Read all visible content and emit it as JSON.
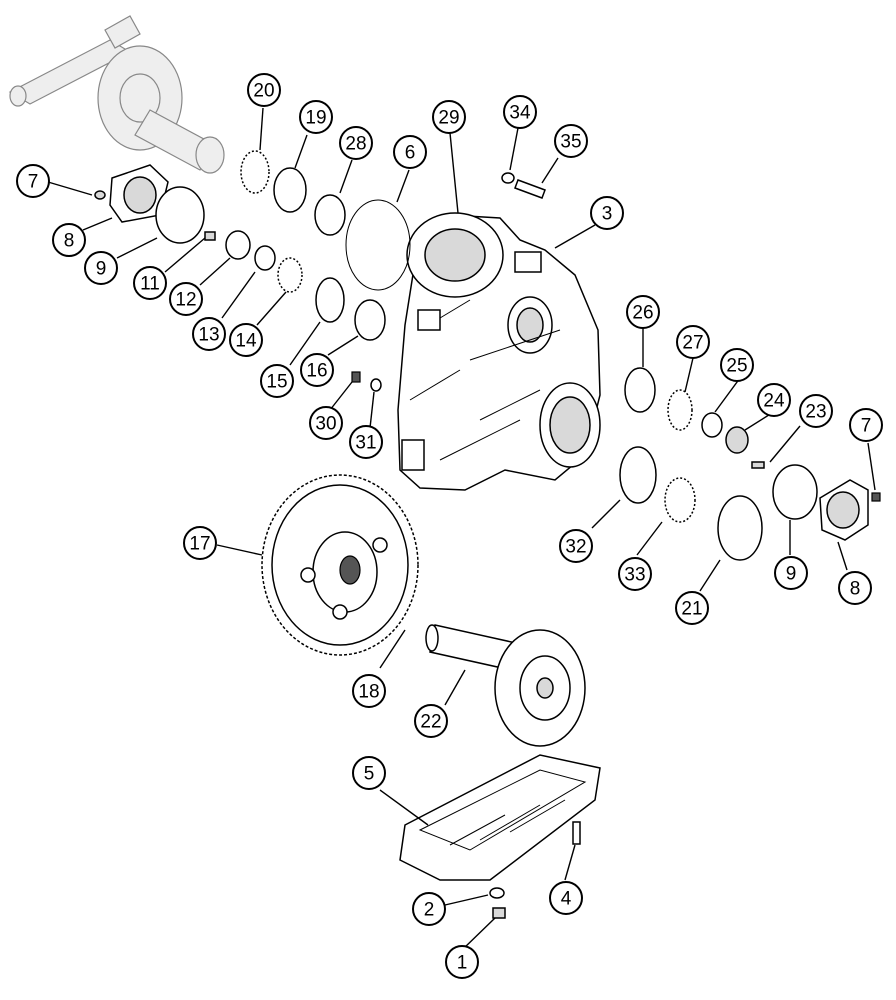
{
  "callouts": [
    {
      "label": "1"
    },
    {
      "label": "2"
    },
    {
      "label": "3"
    },
    {
      "label": "4"
    },
    {
      "label": "5"
    },
    {
      "label": "6"
    },
    {
      "label": "7"
    },
    {
      "label": "7"
    },
    {
      "label": "8"
    },
    {
      "label": "8"
    },
    {
      "label": "9"
    },
    {
      "label": "9"
    },
    {
      "label": "11"
    },
    {
      "label": "12"
    },
    {
      "label": "13"
    },
    {
      "label": "14"
    },
    {
      "label": "15"
    },
    {
      "label": "16"
    },
    {
      "label": "17"
    },
    {
      "label": "18"
    },
    {
      "label": "19"
    },
    {
      "label": "20"
    },
    {
      "label": "21"
    },
    {
      "label": "22"
    },
    {
      "label": "23"
    },
    {
      "label": "24"
    },
    {
      "label": "25"
    },
    {
      "label": "26"
    },
    {
      "label": "27"
    },
    {
      "label": "28"
    },
    {
      "label": "29"
    },
    {
      "label": "30"
    },
    {
      "label": "31"
    },
    {
      "label": "32"
    },
    {
      "label": "33"
    },
    {
      "label": "34"
    },
    {
      "label": "35"
    }
  ]
}
